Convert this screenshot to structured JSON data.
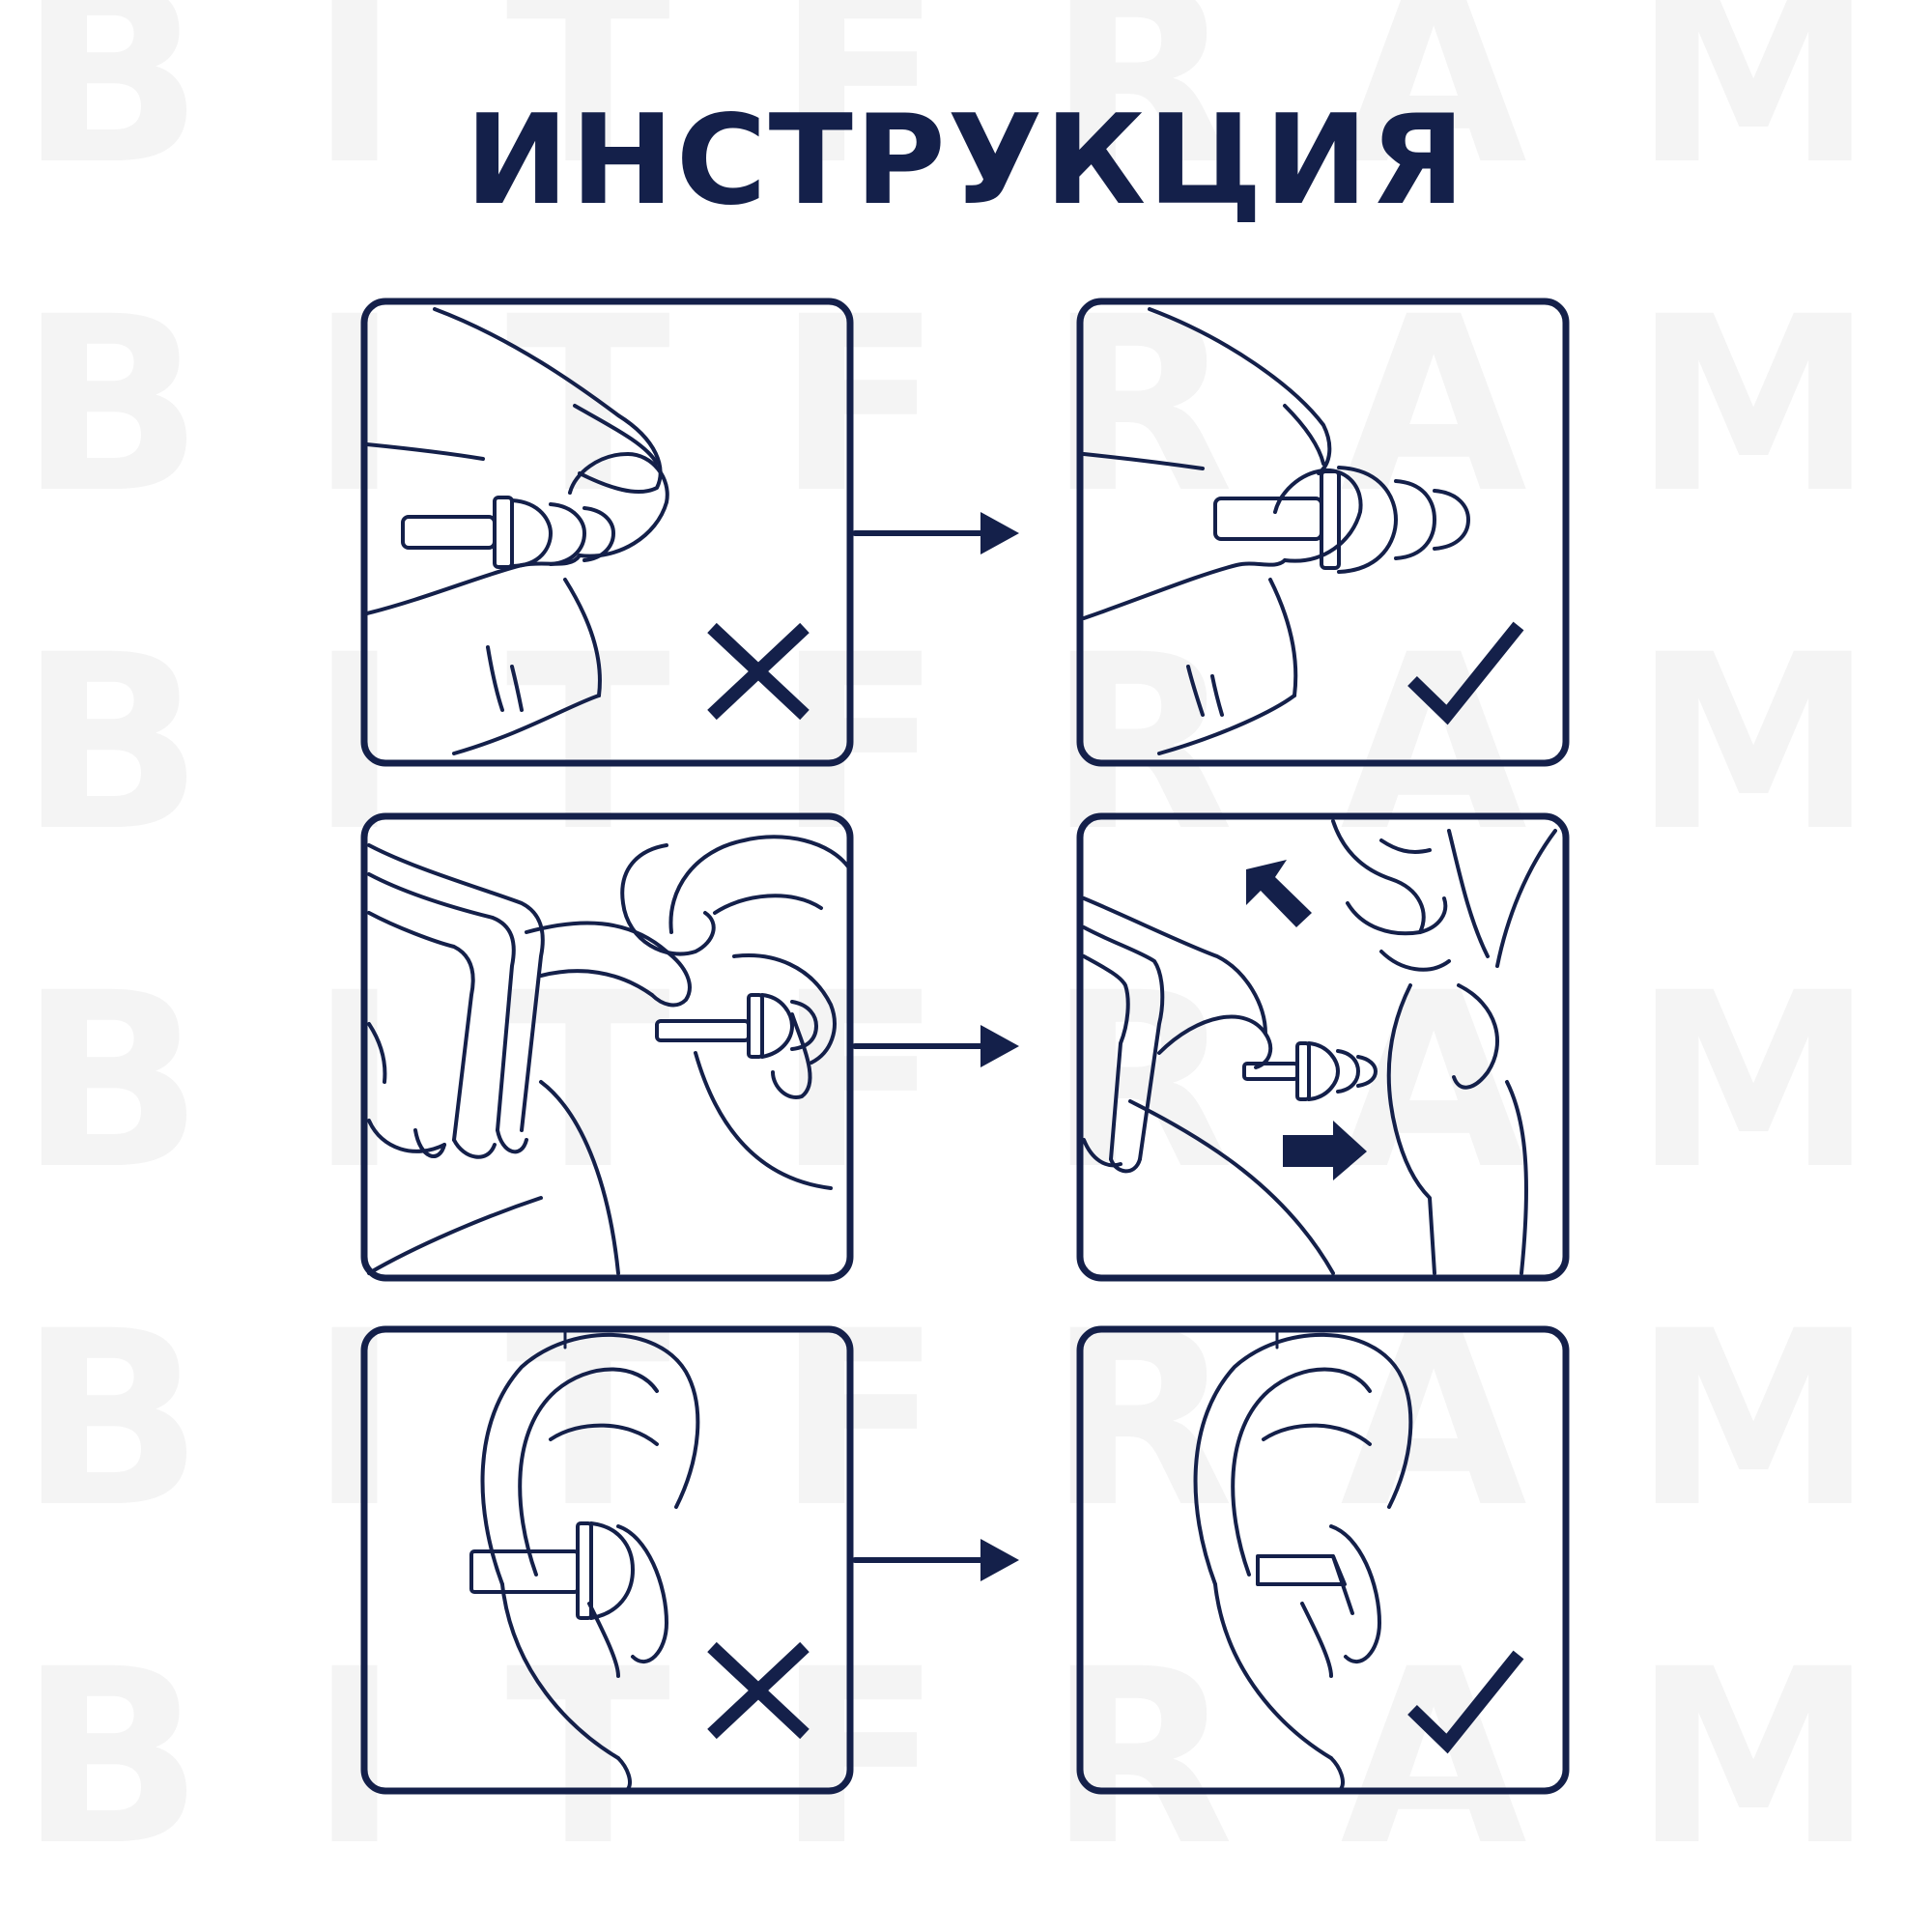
{
  "title": "ИНСТРУКЦИЯ",
  "watermark": "BITFRAME",
  "colors": {
    "ink": "#14204a",
    "watermark": "#f4f4f4",
    "background": "#ffffff"
  },
  "steps": [
    {
      "row": 1,
      "left_mark": "cross-icon",
      "right_mark": "check-icon"
    },
    {
      "row": 2,
      "left_mark": "none",
      "right_mark": "direction-arrows-icon"
    },
    {
      "row": 3,
      "left_mark": "cross-icon",
      "right_mark": "check-icon"
    }
  ]
}
